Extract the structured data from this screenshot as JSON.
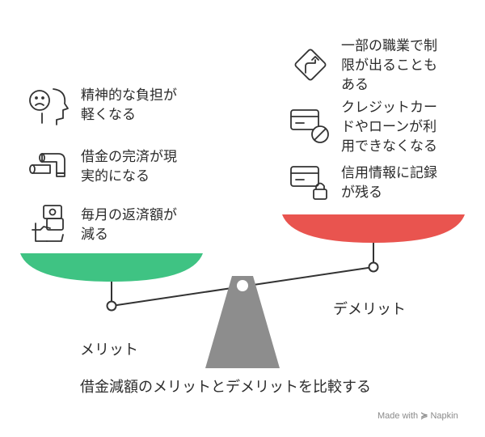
{
  "merits": {
    "label": "メリット",
    "items": [
      {
        "text": "精神的な負担が\n軽くなる",
        "icon": "worried-face-icon"
      },
      {
        "text": "借金の完済が現\n実的になる",
        "icon": "pipe-path-icon"
      },
      {
        "text": "毎月の返済額が\n減る",
        "icon": "money-hand-icon"
      }
    ]
  },
  "demerits": {
    "label": "デメリット",
    "items": [
      {
        "text": "一部の職業で制\n限が出ることも\nある",
        "icon": "turn-sign-icon"
      },
      {
        "text": "クレジットカー\nドやローンが利\n用できなくなる",
        "icon": "card-blocked-icon"
      },
      {
        "text": "信用情報に記録\nが残る",
        "icon": "card-locked-icon"
      }
    ]
  },
  "caption": "借金減額のメリットとデメリットを比較する",
  "watermark": {
    "prefix": "Made with",
    "brand": "Napkin"
  },
  "colors": {
    "merit": "#3fc383",
    "demerit": "#e9544f",
    "fulcrum": "#8d8d8d",
    "line": "#333333"
  }
}
